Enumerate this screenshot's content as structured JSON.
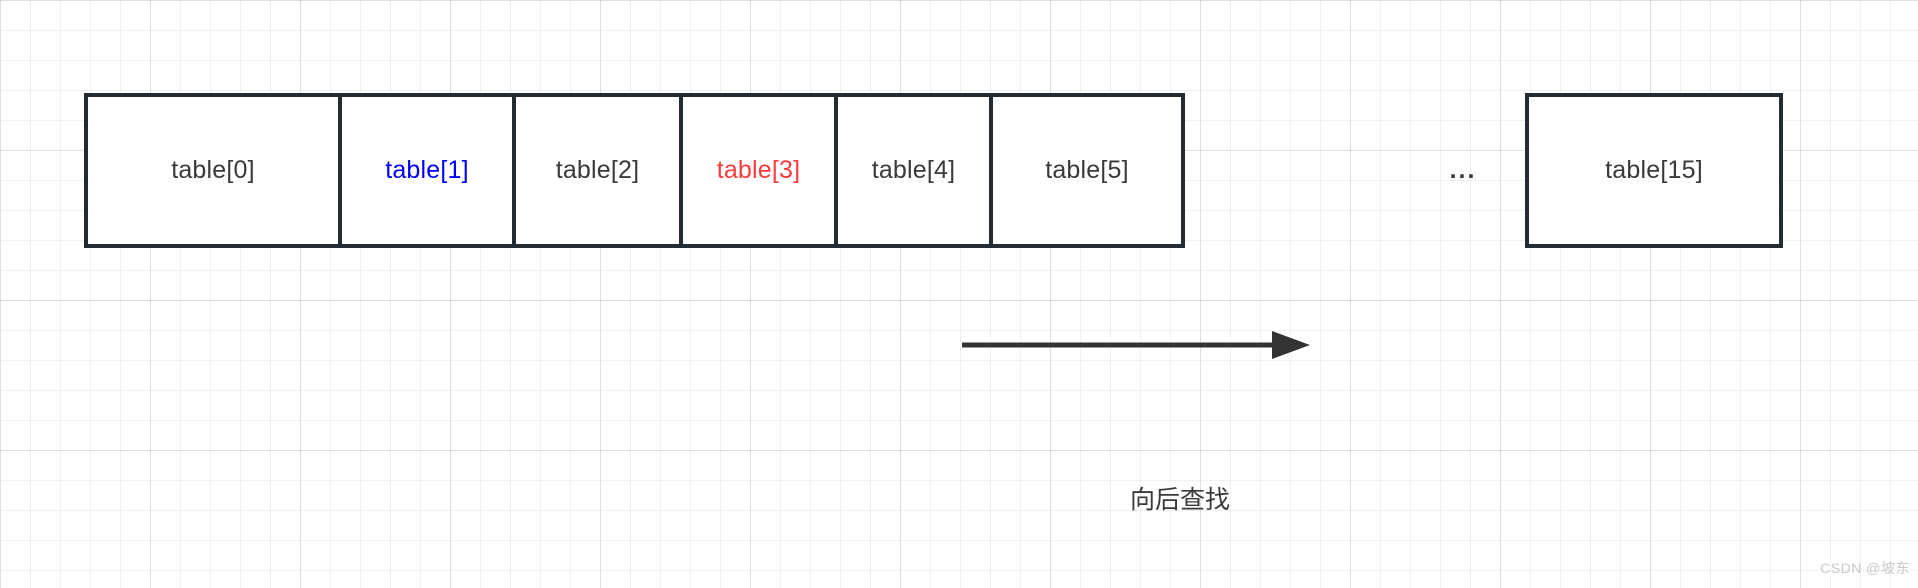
{
  "diagram": {
    "title": "hash-table-linear-probe-scan",
    "slots": [
      {
        "label": "table[0]",
        "color": "#3a3a3a",
        "state": "normal"
      },
      {
        "label": "table[1]",
        "color": "#0000ff",
        "state": "highlight-blue"
      },
      {
        "label": "table[2]",
        "color": "#3a3a3a",
        "state": "normal"
      },
      {
        "label": "table[3]",
        "color": "#fa3c3c",
        "state": "highlight-red"
      },
      {
        "label": "table[4]",
        "color": "#3a3a3a",
        "state": "normal"
      },
      {
        "label": "table[5]",
        "color": "#3a3a3a",
        "state": "normal"
      }
    ],
    "ellipsis": "...",
    "last_slot": {
      "label": "table[15]",
      "color": "#3a3a3a",
      "state": "normal"
    },
    "arrow": {
      "name": "rightward-arrow",
      "direction": "right"
    },
    "caption": "向后查找",
    "colors": {
      "box_border": "#232b33",
      "box_fill": "#ffffff",
      "text_default": "#3a3a3a",
      "text_blue": "#0000ff",
      "text_red": "#fa3c3c",
      "arrow": "#333333",
      "grid_minor": "#f0f0f0",
      "grid_major": "#e8e8e8",
      "watermark": "#c9c9c9"
    }
  },
  "watermark": "CSDN @坡东"
}
